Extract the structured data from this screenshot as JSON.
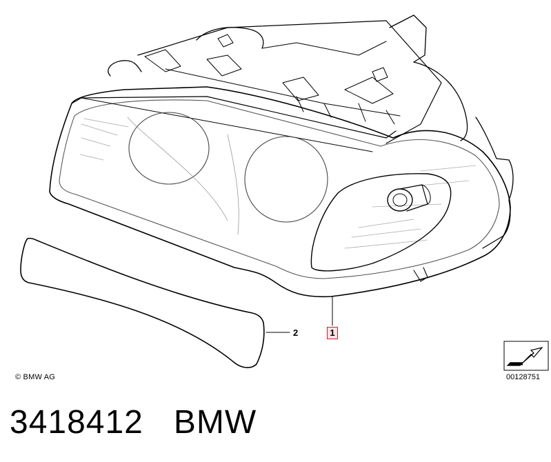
{
  "diagram": {
    "part_labels": {
      "headlight_assembly": "1",
      "trim_cover": "2"
    },
    "copyright": "© BMW AG",
    "reference_number": "00128751",
    "highlight_color": "#d01c2a",
    "highlight_fill": "#fbe3e5"
  },
  "footer": {
    "part_number": "3418412",
    "brand": "BMW"
  }
}
